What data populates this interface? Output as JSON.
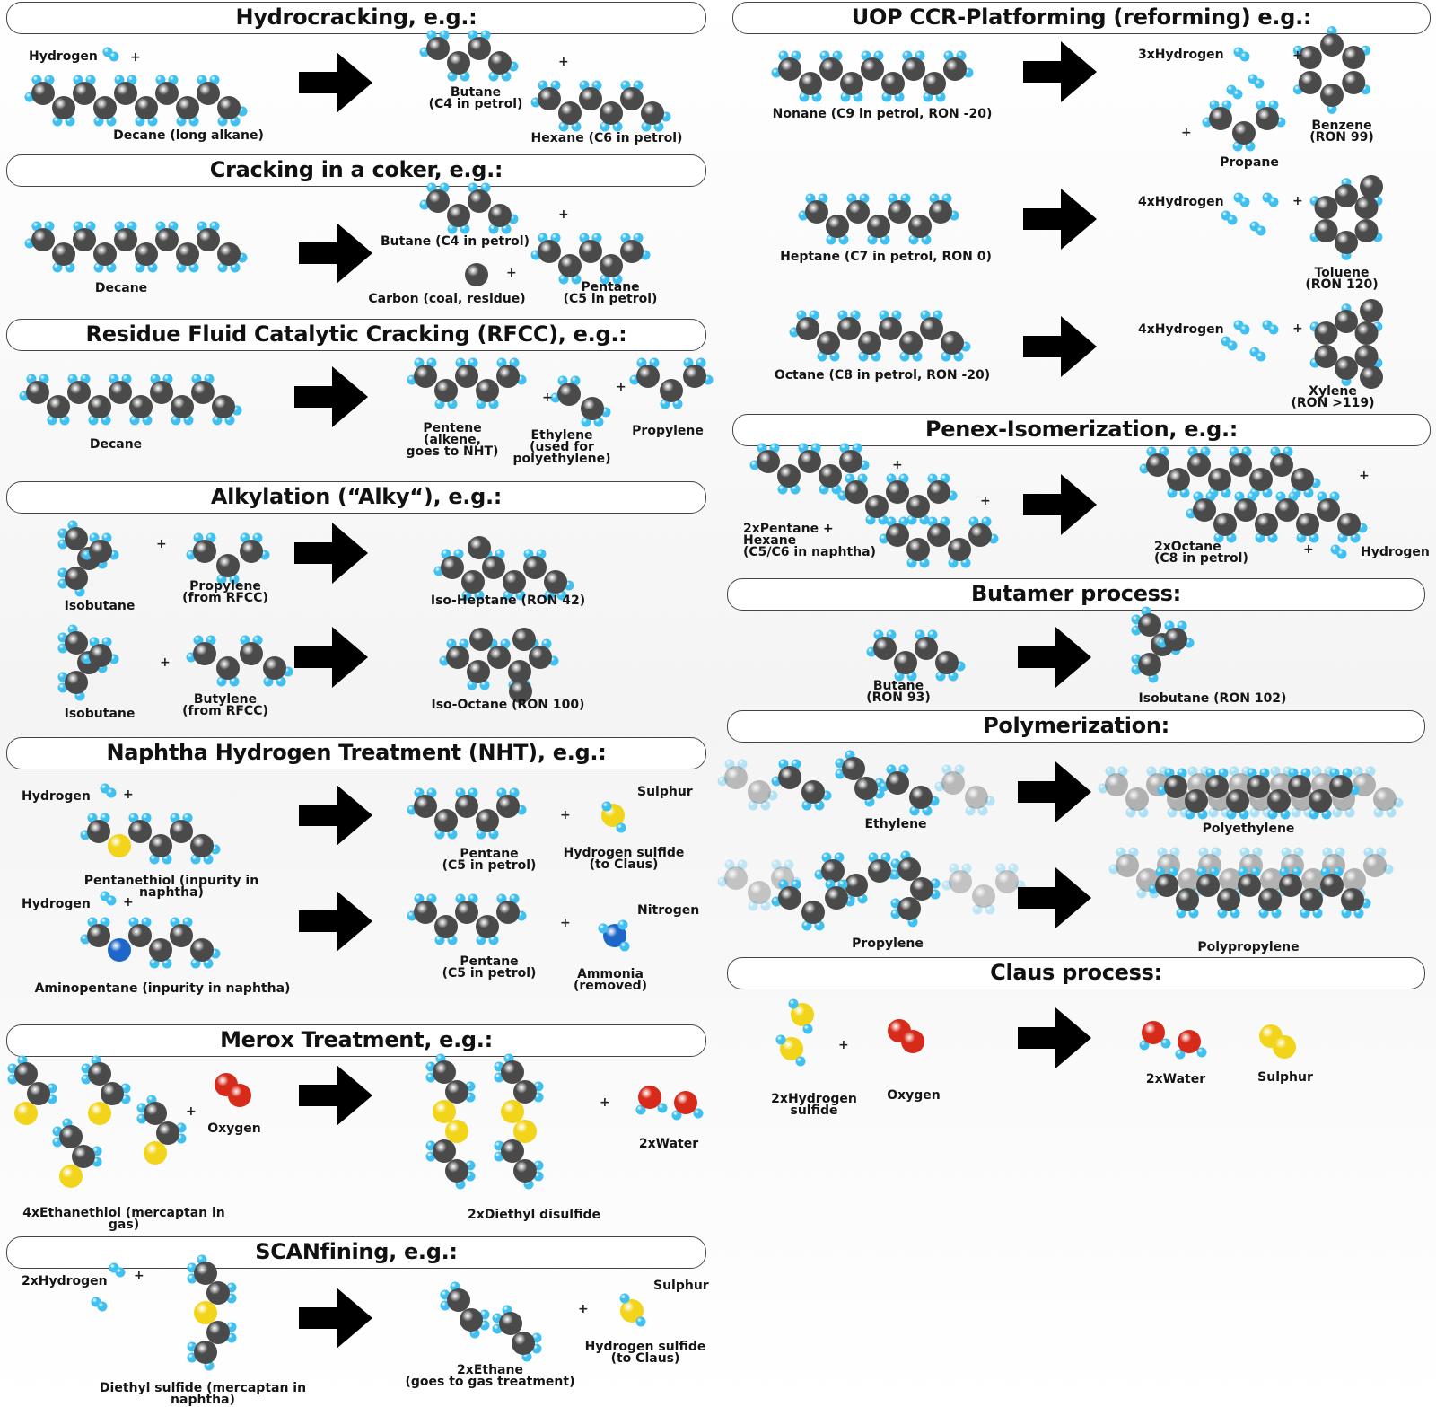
{
  "colors": {
    "carbon": "#4a4a4a",
    "hydrogen": "#3fc0f0",
    "sulphur": "#f2d41a",
    "nitrogen": "#1e66c8",
    "oxygen": "#d62a1a",
    "arrow": "#000000"
  },
  "icons": {
    "reaction_arrow": "right-arrow-icon"
  },
  "left_column": {
    "hydrocracking": {
      "title": "Hydrocracking, e.g.:",
      "hydrogen": "Hydrogen",
      "decane": "Decane (long alkane)",
      "butane": "Butane\n(C4 in petrol)",
      "hexane": "Hexane (C6 in petrol)"
    },
    "coker": {
      "title": "Cracking in a coker, e.g.:",
      "decane": "Decane",
      "butane": "Butane (C4 in petrol)",
      "carbon": "Carbon (coal, residue)",
      "pentane": "Pentane\n(C5 in petrol)"
    },
    "rfcc": {
      "title": "Residue Fluid Catalytic Cracking (RFCC), e.g.:",
      "decane": "Decane",
      "pentene": "Pentene\n(alkene,\ngoes to NHT)",
      "ethylene": "Ethylene\n(used for\npolyethylene)",
      "propylene": "Propylene"
    },
    "alkylation": {
      "title": "Alkylation (“Alky“), e.g.:",
      "isobutane_1": "Isobutane",
      "propylene": "Propylene\n(from RFCC)",
      "isoheptane": "Iso-Heptane (RON 42)",
      "isobutane_2": "Isobutane",
      "butylene": "Butylene\n(from RFCC)",
      "isooctane": "Iso-Octane (RON 100)"
    },
    "nht": {
      "title": "Naphtha Hydrogen Treatment (NHT), e.g.:",
      "hydrogen_1": "Hydrogen",
      "pentanethiol": "Pentanethiol (inpurity in naphtha)",
      "pentane_1": "Pentane\n(C5 in petrol)",
      "sulphur": "Sulphur",
      "h2s": "Hydrogen sulfide\n(to Claus)",
      "hydrogen_2": "Hydrogen",
      "aminopentane": "Aminopentane (inpurity in naphtha)",
      "pentane_2": "Pentane\n(C5 in petrol)",
      "nitrogen": "Nitrogen",
      "ammonia": "Ammonia\n(removed)"
    },
    "merox": {
      "title": "Merox Treatment, e.g.:",
      "ethanethiol": "4xEthanethiol (mercaptan in gas)",
      "oxygen": "Oxygen",
      "disulfide": "2xDiethyl disulfide",
      "water": "2xWater"
    },
    "scanfining": {
      "title": "SCANfining, e.g.:",
      "hydrogen": "2xHydrogen",
      "diethyl_sulfide": "Diethyl sulfide (mercaptan in naphtha)",
      "ethane": "2xEthane\n(goes to gas treatment)",
      "sulphur": "Sulphur",
      "h2s": "Hydrogen sulfide\n(to Claus)"
    }
  },
  "right_column": {
    "platforming": {
      "title": "UOP CCR-Platforming (reforming) e.g.:",
      "nonane": "Nonane (C9 in petrol, RON -20)",
      "hydrogen_3": "3xHydrogen",
      "propane": "Propane",
      "benzene": "Benzene\n(RON 99)",
      "heptane": "Heptane (C7 in petrol, RON 0)",
      "hydrogen_4a": "4xHydrogen",
      "toluene": "Toluene\n(RON 120)",
      "octane": "Octane (C8 in petrol, RON -20)",
      "hydrogen_4b": "4xHydrogen",
      "xylene": "Xylene\n(RON >119)"
    },
    "penex": {
      "title": "Penex-Isomerization, e.g.:",
      "reactants": "2xPentane +\nHexane\n(C5/C6 in naphtha)",
      "octane": "2xOctane\n(C8 in petrol)",
      "hydrogen": "Hydrogen"
    },
    "butamer": {
      "title": "Butamer process:",
      "butane": "Butane\n(RON 93)",
      "isobutane": "Isobutane (RON 102)"
    },
    "polymerization": {
      "title": "Polymerization:",
      "ethylene": "Ethylene",
      "polyethylene": "Polyethylene",
      "propylene": "Propylene",
      "polypropylene": "Polypropylene"
    },
    "claus": {
      "title": "Claus process:",
      "h2s": "2xHydrogen\nsulfide",
      "oxygen": "Oxygen",
      "water": "2xWater",
      "sulphur": "Sulphur"
    }
  },
  "plus_sign": "+"
}
